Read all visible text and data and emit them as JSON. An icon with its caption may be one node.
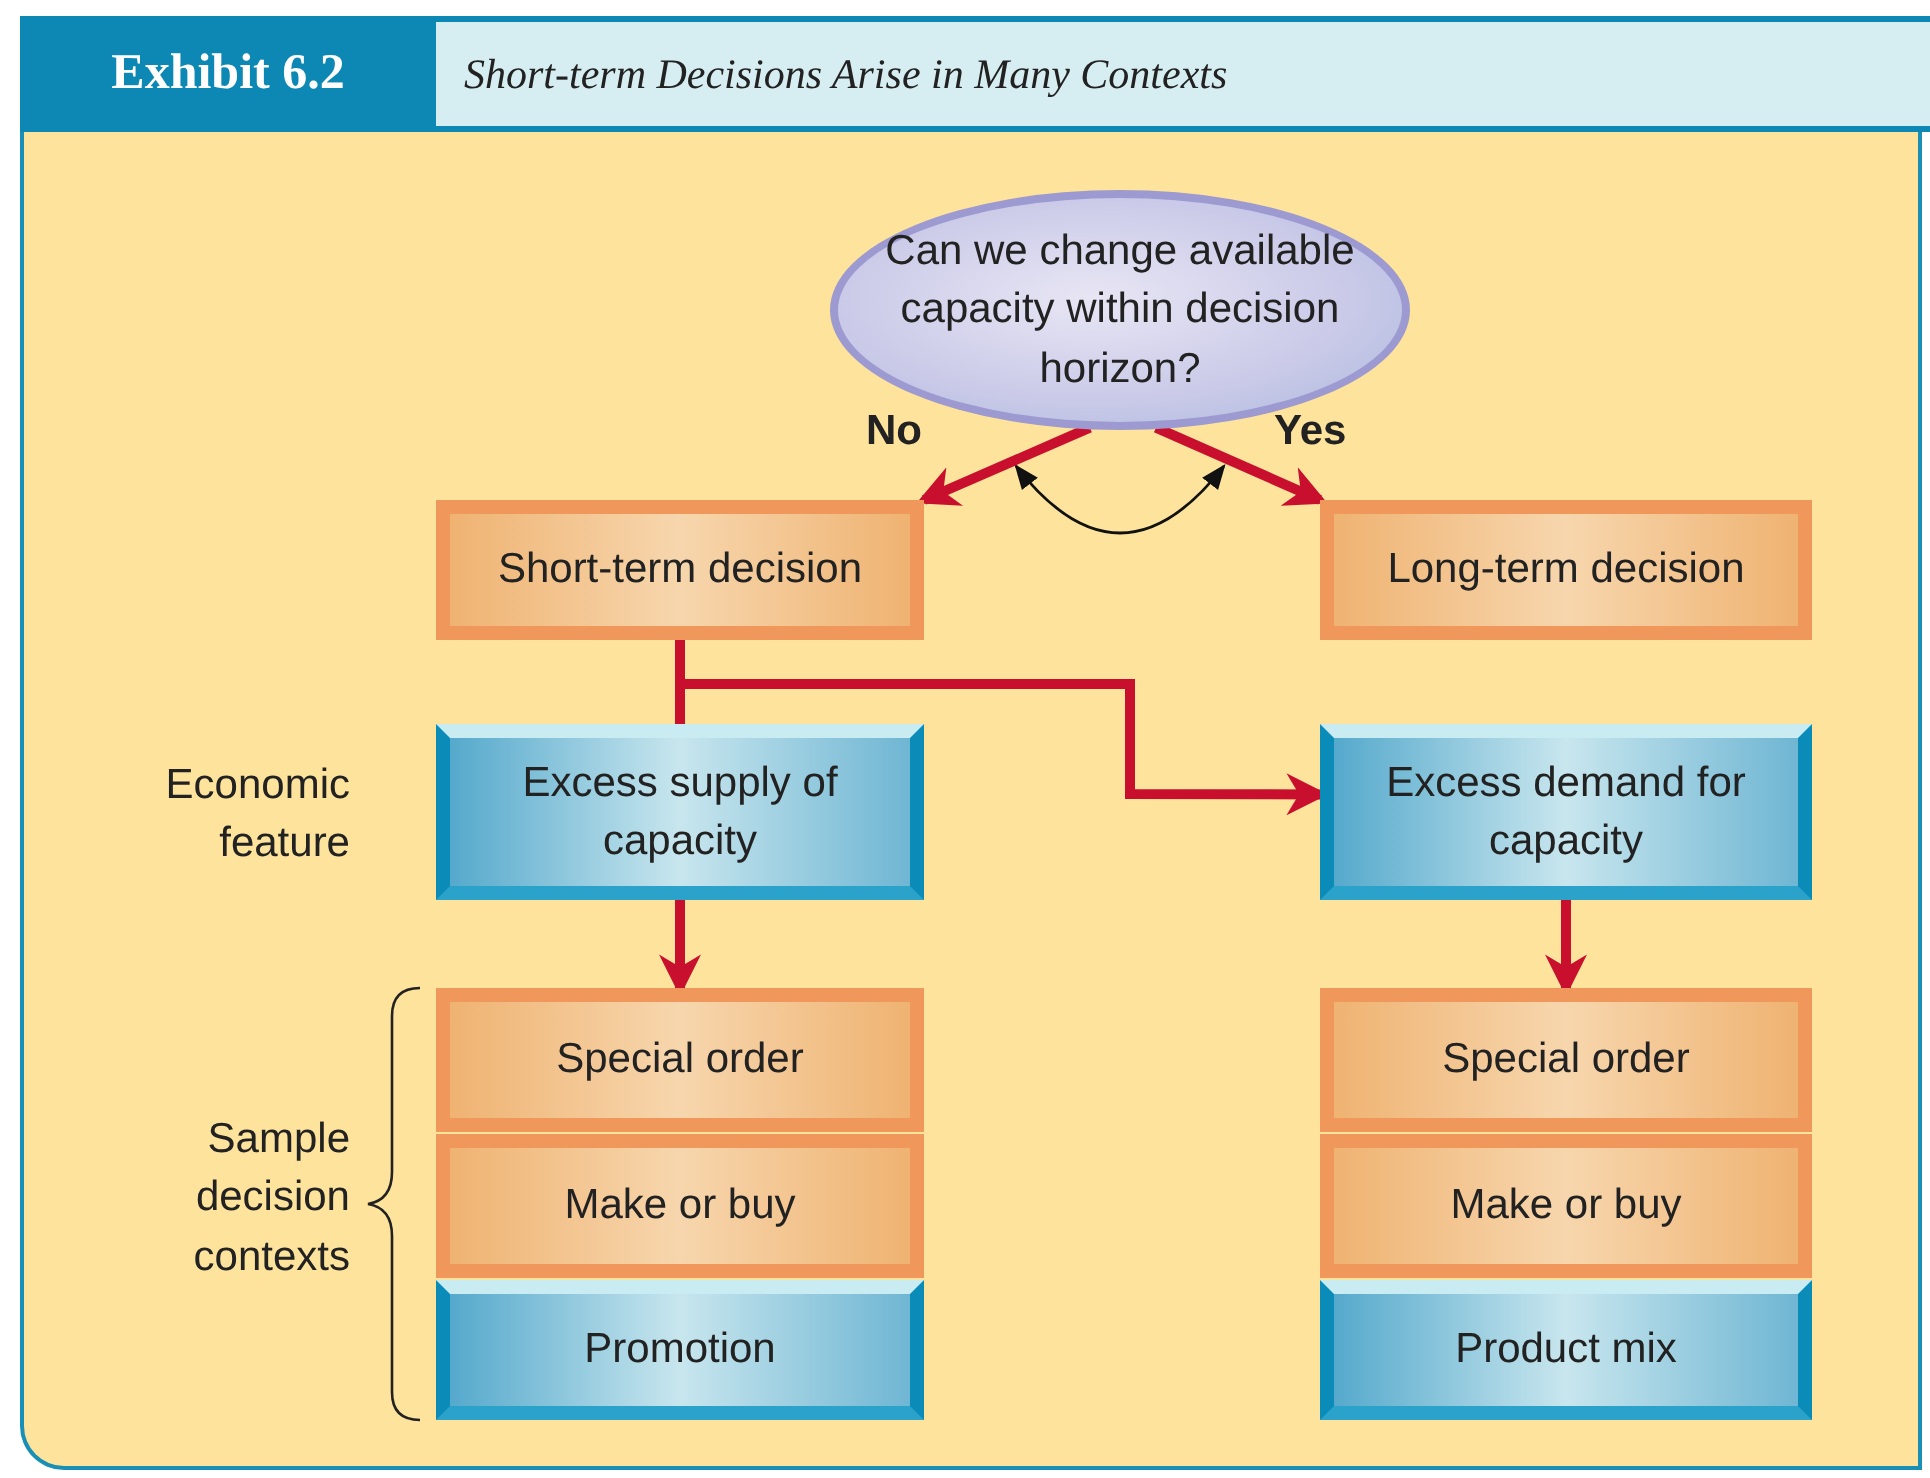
{
  "diagram": {
    "title": "Short-term Decisions Arise in Many Contexts",
    "nodes": [
      {
        "text": [
          "Can we change available capacity within decision horizon?"
        ]
      },
      {
        "text": [
          "Short-term decision"
        ]
      },
      {
        "text": [
          "Long-term decision"
        ]
      },
      {
        "text": [
          "Excess supply of capacity"
        ]
      },
      {
        "text": [
          "Excess demand for capacity"
        ]
      },
      {
        "text": [
          "Special order"
        ]
      },
      {
        "text": [
          "Make or buy"
        ]
      },
      {
        "text": [
          "Promotion"
        ]
      },
      {
        "text": [
          "Special order"
        ]
      },
      {
        "text": [
          "Make or buy"
        ]
      },
      {
        "text": [
          "Product mix"
        ]
      }
    ],
    "edges": [
      {
        "from": 0,
        "to": 1,
        "arrow": "to",
        "label": "No"
      },
      {
        "from": 0,
        "to": 2,
        "arrow": "to",
        "label": "Yes"
      },
      {
        "from": 1,
        "to": 3,
        "arrow": "none"
      },
      {
        "from": 1,
        "to": 4,
        "arrow": "to"
      },
      {
        "from": 3,
        "to": 5,
        "arrow": "to"
      },
      {
        "from": 4,
        "to": 8,
        "arrow": "to"
      }
    ],
    "labels": [
      "Exhibit 6.2",
      "Economic feature",
      "Sample decision contexts"
    ]
  }
}
